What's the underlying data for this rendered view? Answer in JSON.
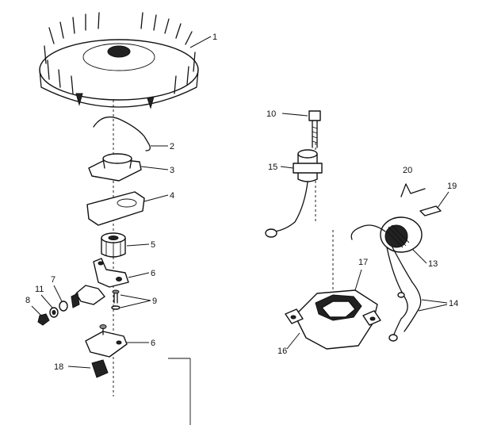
{
  "callouts": {
    "c1": "1",
    "c2": "2",
    "c3": "3",
    "c4": "4",
    "c5": "5",
    "c6a": "6",
    "c6b": "6",
    "c7": "7",
    "c8": "8",
    "c9": "9",
    "c10": "10",
    "c11": "11",
    "c13": "13",
    "c14": "14",
    "c15": "15",
    "c16": "16",
    "c17": "17",
    "c18": "18",
    "c19": "19",
    "c20": "20"
  }
}
